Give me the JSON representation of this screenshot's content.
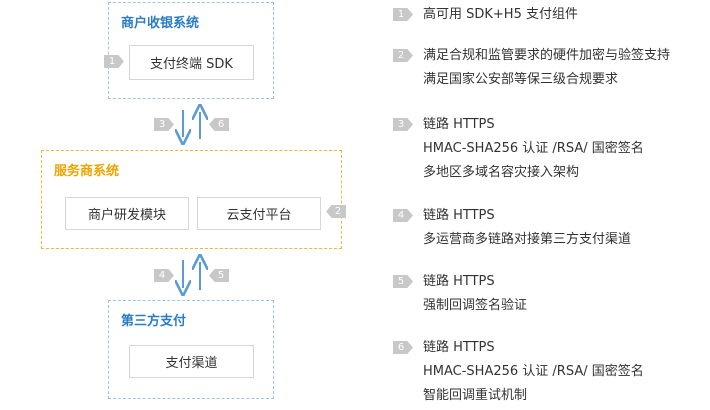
{
  "diagram": {
    "merchant_box": {
      "title": "商户收银系统",
      "terminal": "支付终端 SDK",
      "terminal_tag": "1"
    },
    "arrows_top": {
      "down_tag": "3",
      "up_tag": "6"
    },
    "provider_box": {
      "title": "服务商系统",
      "module_left": "商户研发模块",
      "module_right": "云支付平台",
      "module_tag": "2"
    },
    "arrows_bottom": {
      "down_tag": "4",
      "up_tag": "5"
    },
    "third_party_box": {
      "title": "第三方支付",
      "channel": "支付渠道"
    }
  },
  "notes": [
    {
      "num": "1",
      "lines": [
        "高可用 SDK+H5 支付组件"
      ]
    },
    {
      "num": "2",
      "lines": [
        "满足合规和监管要求的硬件加密与验签支持",
        "满足国家公安部等保三级合规要求"
      ]
    },
    {
      "num": "3",
      "lines": [
        "链路 HTTPS",
        "HMAC-SHA256 认证 /RSA/ 国密签名",
        "多地区多域名容灾接入架构"
      ]
    },
    {
      "num": "4",
      "lines": [
        "链路 HTTPS",
        "多运营商多链路对接第三方支付渠道"
      ]
    },
    {
      "num": "5",
      "lines": [
        "链路 HTTPS",
        "强制回调签名验证"
      ]
    },
    {
      "num": "6",
      "lines": [
        "链路 HTTPS",
        "HMAC-SHA256 认证 /RSA/ 国密签名",
        "智能回调重试机制"
      ]
    }
  ],
  "colors": {
    "blue_title": "#2a7cc7",
    "orange_title": "#f0a400",
    "arrow": "#5b9bd5",
    "tag_gray": "#c8c8c8"
  }
}
